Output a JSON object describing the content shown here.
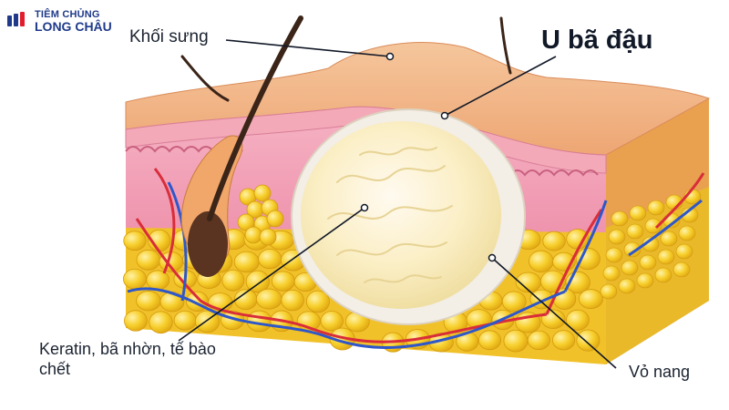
{
  "brand": {
    "line1": "TIÊM CHỦNG",
    "line2": "LONG CHÂU",
    "logo_colors": [
      "#1f3a8a",
      "#e11d2e"
    ]
  },
  "diagram": {
    "title": "U bã đậu",
    "labels": {
      "swelling": "Khối sưng",
      "contents": "Keratin, bã nhờn, tế bào chết",
      "capsule": "Vỏ nang"
    }
  },
  "colors": {
    "epidermis": "#f2b27f",
    "dermis": "#f2a3b8",
    "fat": "#f6c51d",
    "cyst_wall": "#f3eee6",
    "cyst_content": "#fbf1cf",
    "artery": "#d92d3a",
    "vein": "#2f57c9",
    "hair": "#3b2418"
  }
}
